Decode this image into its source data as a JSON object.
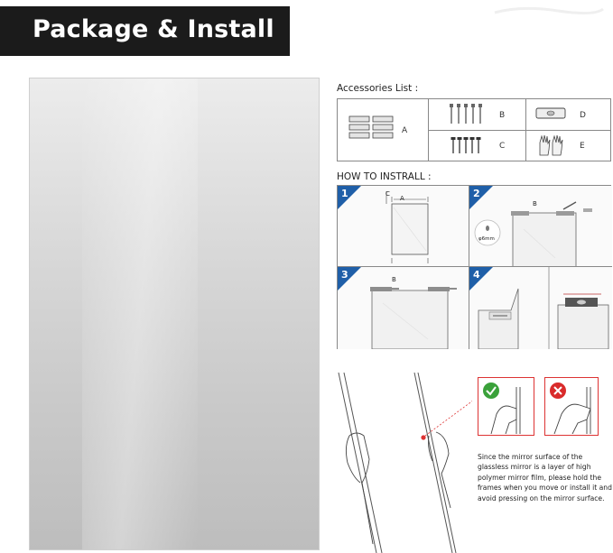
{
  "banner": {
    "title": "Package & Install"
  },
  "accessories": {
    "heading": "Accessories List :",
    "items": [
      {
        "letter": "A",
        "icon": "mounting-brackets-icon"
      },
      {
        "letter": "B",
        "icon": "wall-anchors-icon"
      },
      {
        "letter": "C",
        "icon": "screws-icon"
      },
      {
        "letter": "D",
        "icon": "spirit-level-icon"
      },
      {
        "letter": "E",
        "icon": "gloves-icon"
      }
    ]
  },
  "install": {
    "heading": "HOW TO INSTRALL :",
    "steps": [
      {
        "num": "1",
        "labels": [
          "C",
          "A"
        ]
      },
      {
        "num": "2",
        "labels": [
          "B",
          "φ6mm"
        ]
      },
      {
        "num": "3",
        "labels": [
          "B"
        ]
      },
      {
        "num": "4",
        "labels": []
      }
    ]
  },
  "handling": {
    "note": "Since the mirror surface of the glassless mirror is a layer of high polymer mirror film, please hold the frames when you move or install it and avoid pressing on the mirror surface.",
    "correct_icon": "check-icon",
    "wrong_icon": "cross-icon"
  },
  "colors": {
    "banner_bg": "#1b1b1b",
    "step_badge": "#1f5fa8",
    "correct": "#3aa13a",
    "wrong": "#d92b2b"
  }
}
